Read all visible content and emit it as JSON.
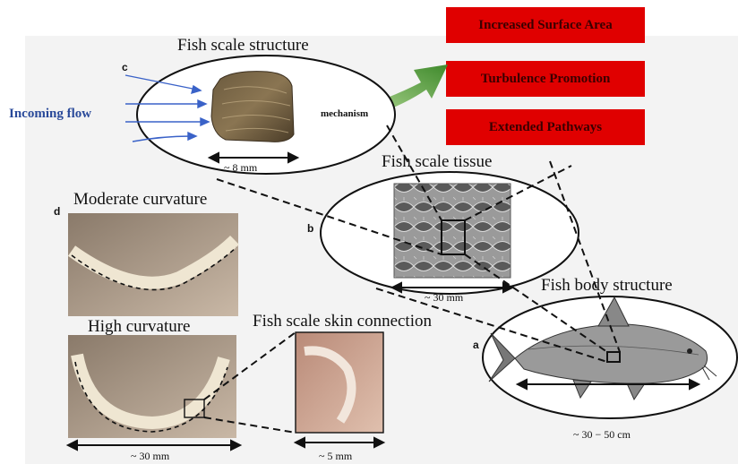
{
  "panels": {
    "c": {
      "letter": "c",
      "title": "Fish scale structure",
      "dimension": "~ 8 mm"
    },
    "b": {
      "letter": "b",
      "title": "Fish scale tissue",
      "dimension": "~ 30 mm"
    },
    "a": {
      "letter": "a",
      "title": "Fish body structure",
      "dimension": "~ 30 − 50 cm"
    },
    "d": {
      "letter": "d",
      "moderate_title": "Moderate curvature",
      "high_title": "High curvature",
      "dimension": "~ 30 mm"
    },
    "connection": {
      "title": "Fish scale skin connection",
      "dimension": "~ 5 mm"
    }
  },
  "flow": {
    "label": "Incoming flow"
  },
  "mechanism": {
    "arrow_label": "mechanism",
    "arrow_color": "#5a9a3a",
    "box_color": "#e00000",
    "items": [
      "Increased Surface Area",
      "Turbulence Promotion",
      "Extended Pathways"
    ]
  },
  "colors": {
    "flow_arrows": "#3a62c8",
    "flow_text": "#2a4a9a"
  }
}
